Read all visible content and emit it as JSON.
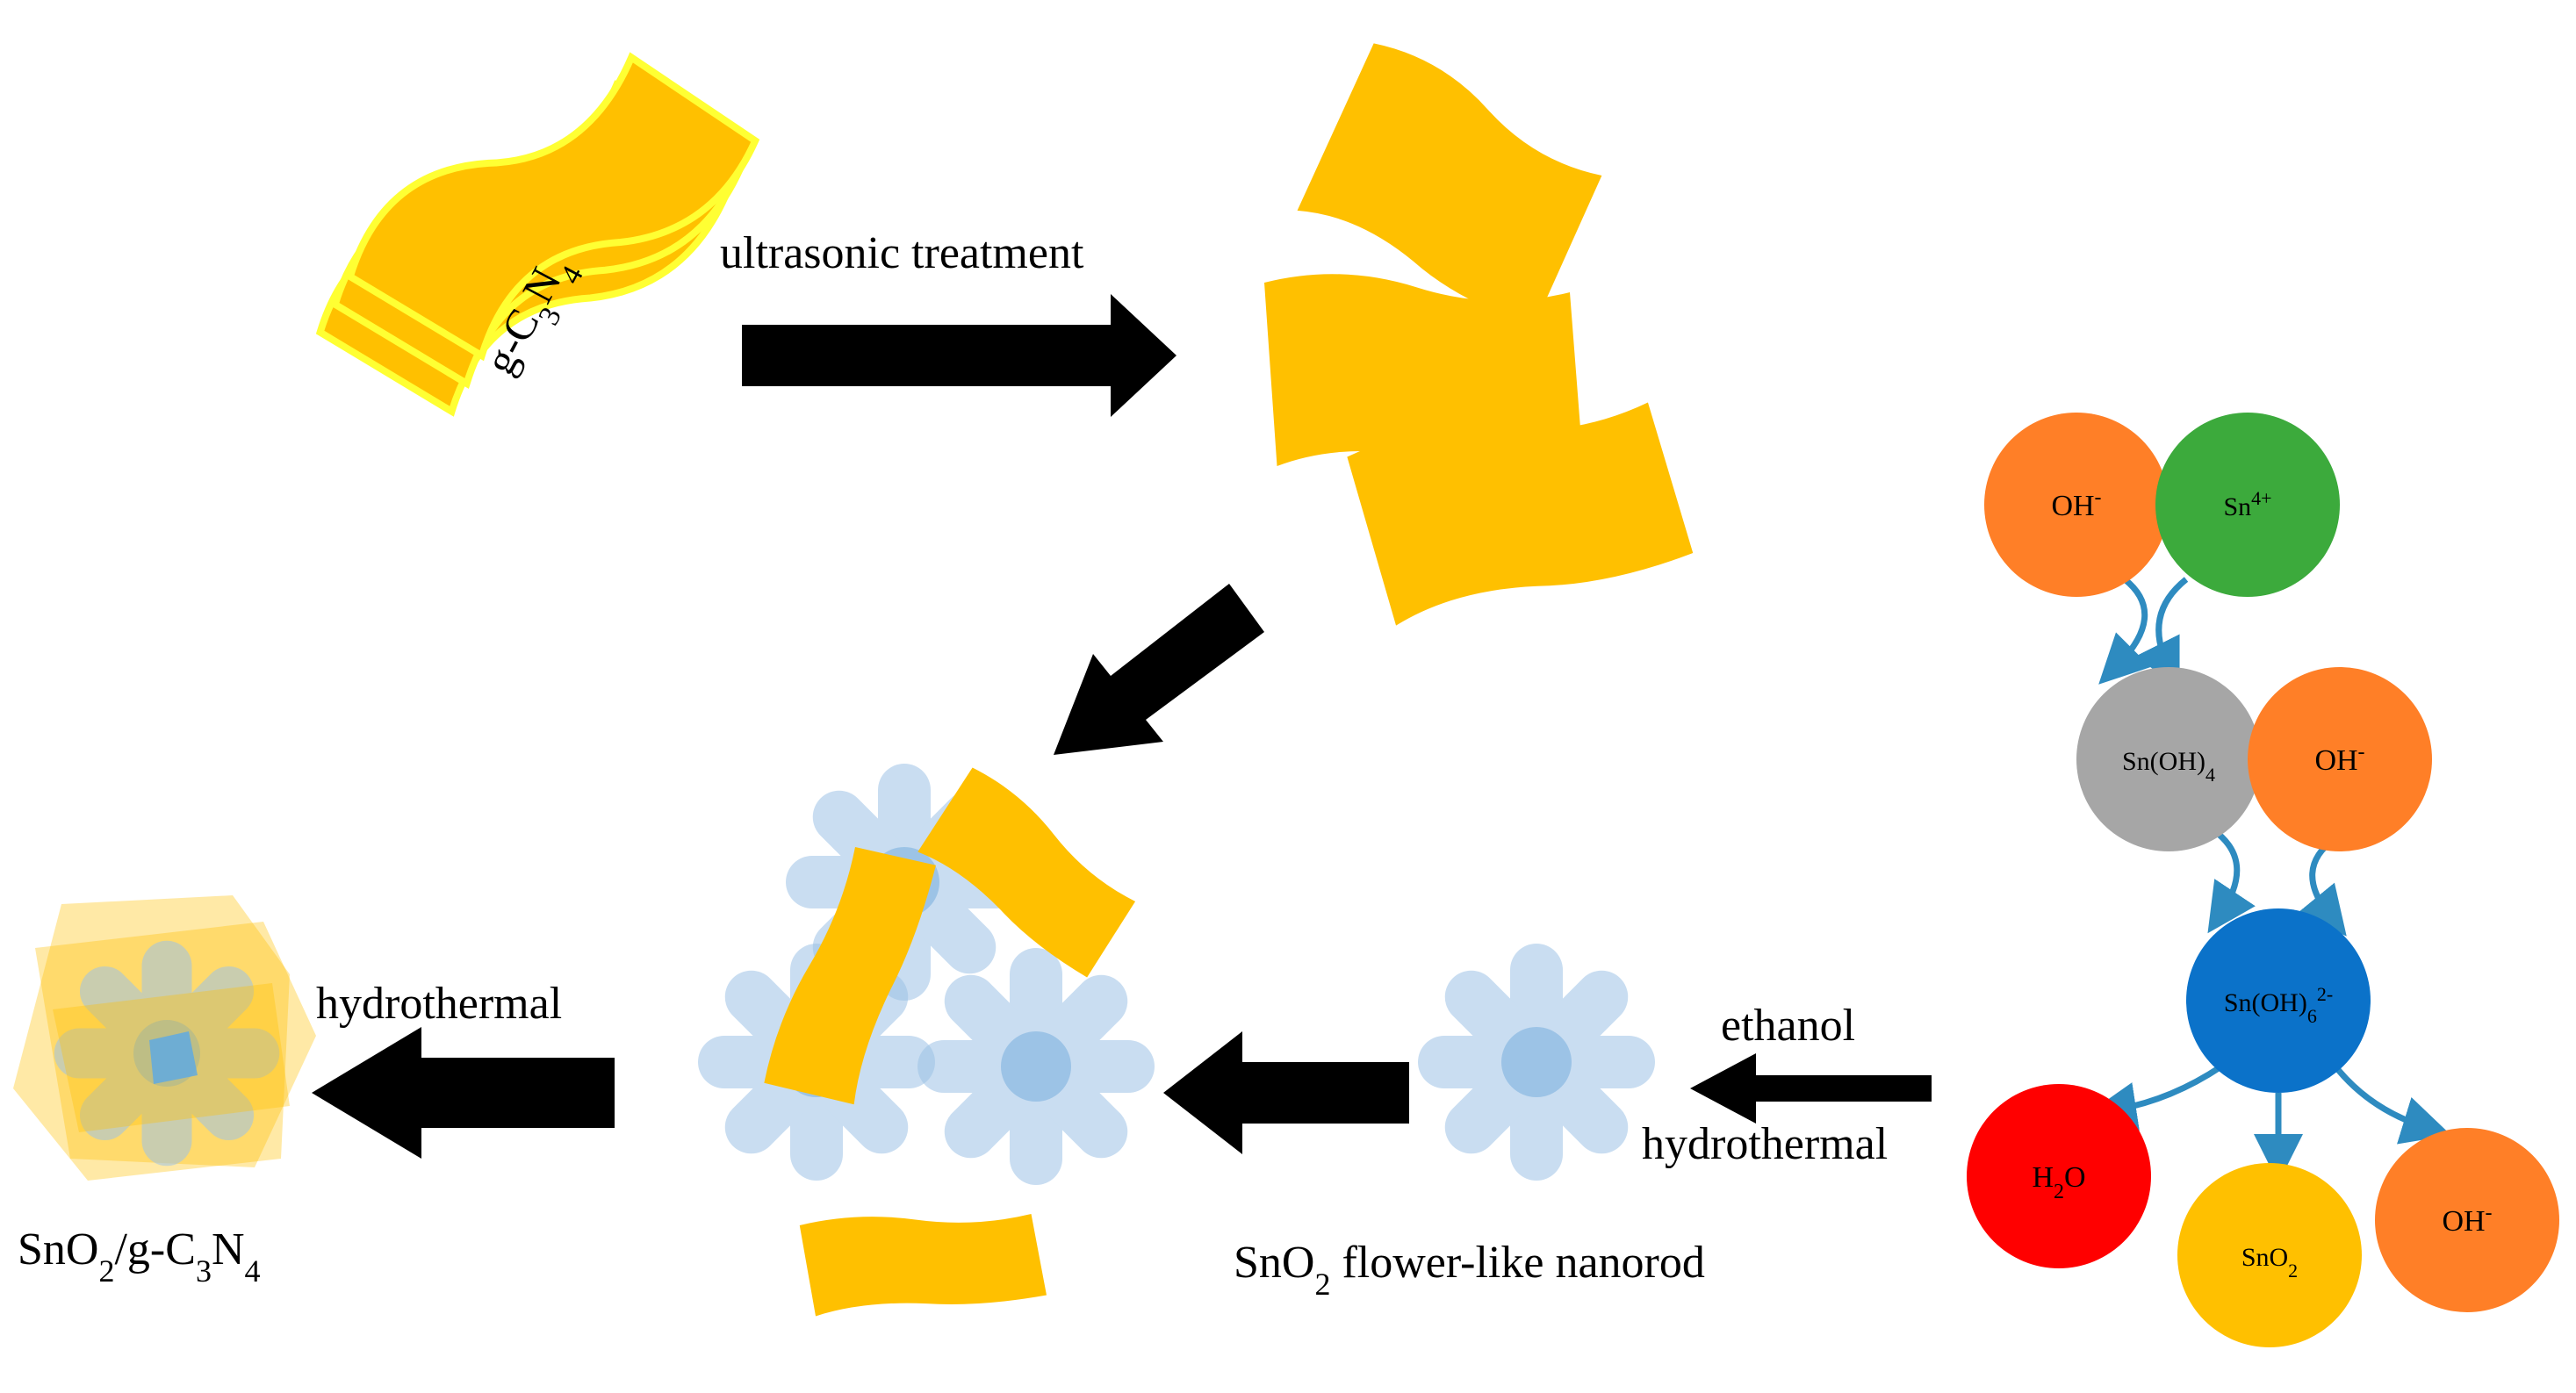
{
  "labels": {
    "gc3n4_prefix": "g-C",
    "gc3n4_sub3": "3",
    "gc3n4_n": "N",
    "gc3n4_sub4": "4",
    "ultrasonic": "ultrasonic treatment",
    "hydrothermal_left": "hydrothermal",
    "ethanol": "ethanol",
    "hydrothermal_right": "hydrothermal",
    "sno2_flower_sn": "SnO",
    "sno2_flower_sub": "2",
    "sno2_flower_rest": " flower-like nanorod",
    "composite_sn": "SnO",
    "composite_sub2": "2",
    "composite_mid": "/g-C",
    "composite_sub3": "3",
    "composite_n": "N",
    "composite_sub4": "4"
  },
  "ions": {
    "oh_1": {
      "base": "OH",
      "sup": "-"
    },
    "sn4": {
      "base": "Sn",
      "sup": "4+"
    },
    "snoh4": {
      "base": "Sn(OH)",
      "sub": "4"
    },
    "oh_2": {
      "base": "OH",
      "sup": "-"
    },
    "snoh6": {
      "base": "Sn(OH)",
      "sub": "6",
      "sup": "2-"
    },
    "h2o": {
      "base": "H",
      "sub": "2",
      "rest": "O"
    },
    "sno2": {
      "base": "SnO",
      "sub": "2"
    },
    "oh_3": {
      "base": "OH",
      "sup": "-"
    }
  },
  "colors": {
    "sheet": "#FFC000",
    "sheet_outline": "#FFFF33",
    "flower": "#9DC3E6",
    "oh": "#FF7F27",
    "sn4": "#3CAA3C",
    "snoh4": "#A6A6A6",
    "snoh6": "#0B72C9",
    "h2o": "#FF0000",
    "sno2": "#FFC000",
    "reaction_arrow": "#2E8BC0"
  }
}
